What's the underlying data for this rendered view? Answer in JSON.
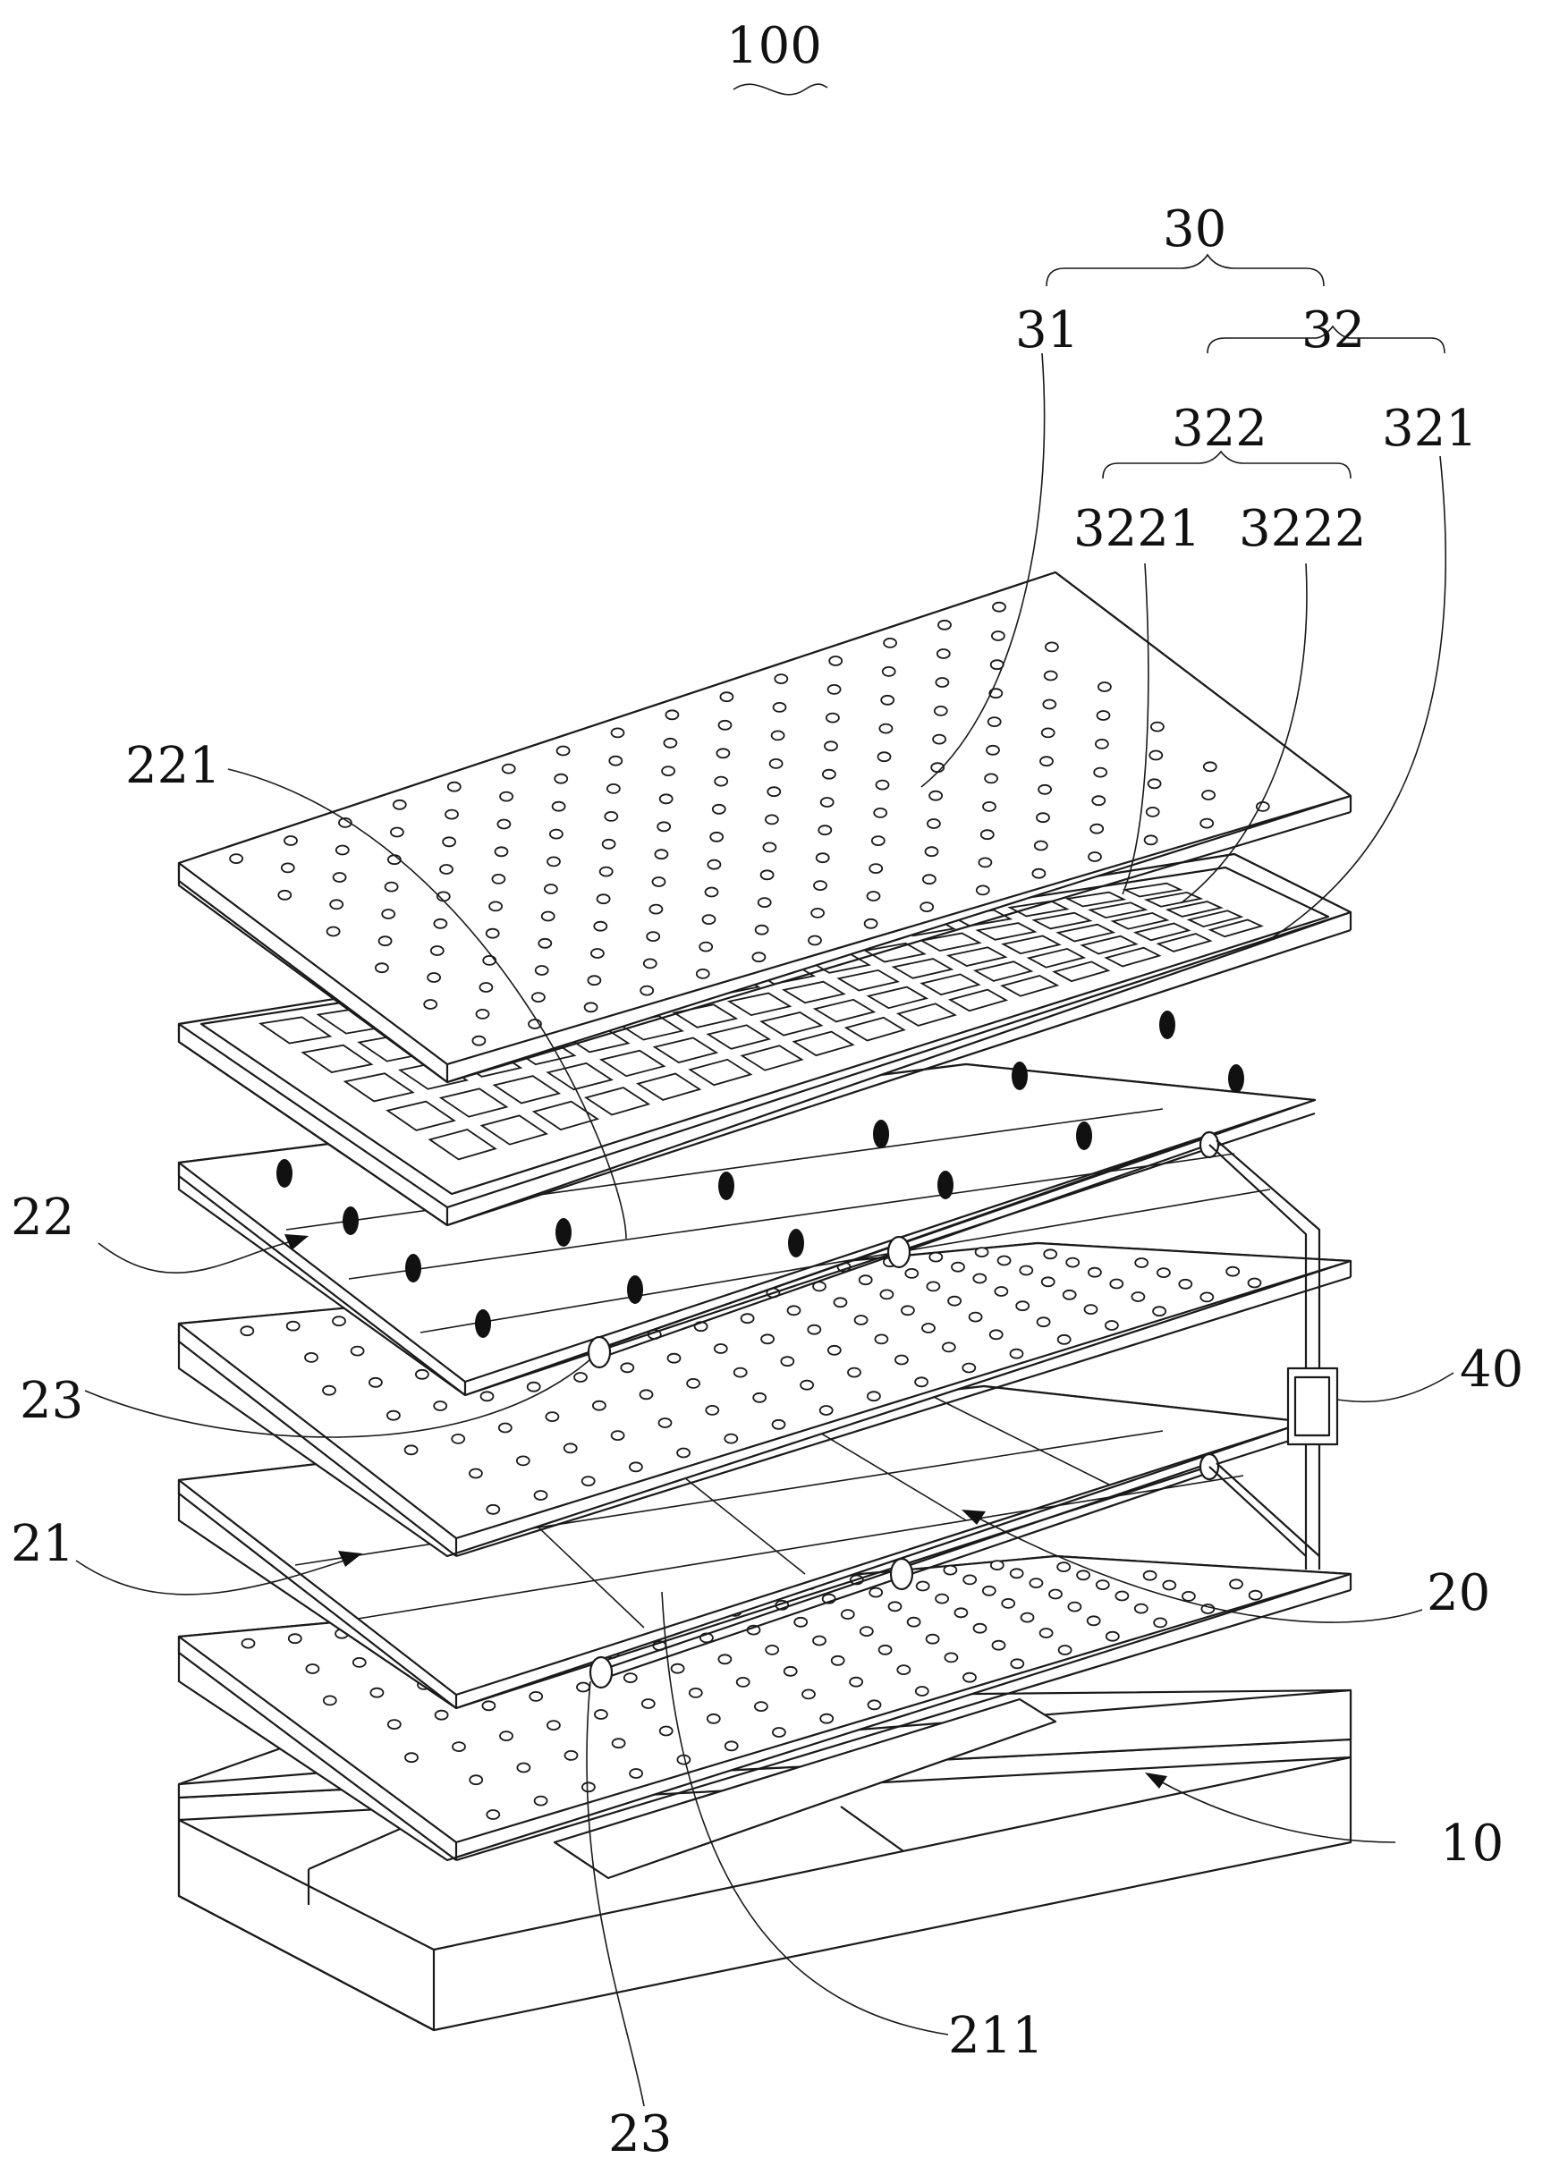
{
  "figure": {
    "labels": {
      "l100": "100",
      "l30": "30",
      "l31": "31",
      "l32": "32",
      "l322": "322",
      "l321": "321",
      "l3221": "3221",
      "l3222": "3222",
      "l221": "221",
      "l22": "22",
      "l23a": "23",
      "l40": "40",
      "l21": "21",
      "l20": "20",
      "l10": "10",
      "l211": "211",
      "l23b": "23"
    }
  }
}
